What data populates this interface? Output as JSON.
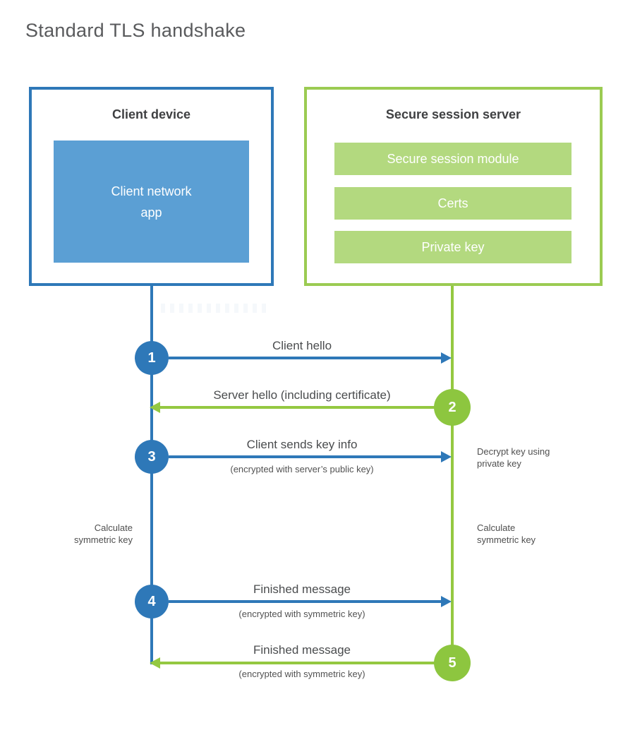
{
  "title": "Standard TLS handshake",
  "client": {
    "title": "Client device",
    "app": "Client network\napp"
  },
  "server": {
    "title": "Secure session server",
    "modules": [
      "Secure session module",
      "Certs",
      "Private key"
    ]
  },
  "messages": [
    {
      "num": "1",
      "direction": "client-to-server",
      "title": "Client hello",
      "subtitle": ""
    },
    {
      "num": "2",
      "direction": "server-to-client",
      "title": "Server hello (including certificate)",
      "subtitle": ""
    },
    {
      "num": "3",
      "direction": "client-to-server",
      "title": "Client sends key info",
      "subtitle": "(encrypted with server’s public key)"
    },
    {
      "num": "4",
      "direction": "client-to-server",
      "title": "Finished message",
      "subtitle": "(encrypted with symmetric key)"
    },
    {
      "num": "5",
      "direction": "server-to-client",
      "title": "Finished message",
      "subtitle": "(encrypted with symmetric key)"
    }
  ],
  "notes": {
    "decrypt": "Decrypt key using\nprivate key",
    "calc_left": "Calculate\nsymmetric key",
    "calc_right": "Calculate\nsymmetric key"
  },
  "colors": {
    "blue_accent": "#2e78b8",
    "blue_fill": "#5b9fd4",
    "green_accent": "#94c841",
    "green_circle": "#8dc63f",
    "green_fill": "#b3d97f"
  }
}
